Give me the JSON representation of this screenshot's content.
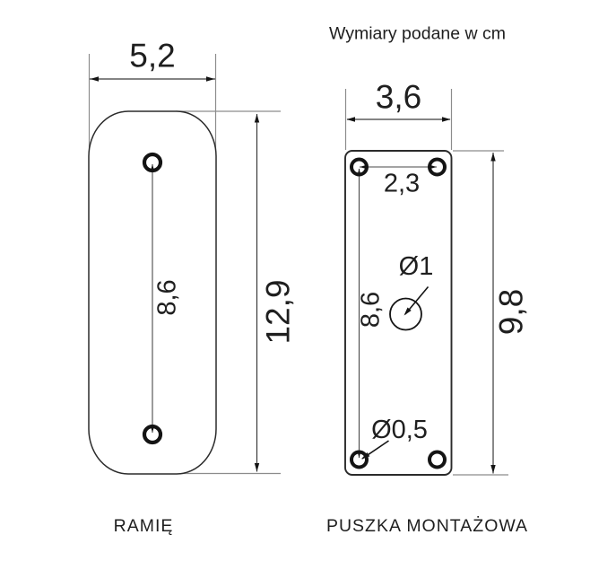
{
  "note": "Wymiary podane w cm",
  "style": {
    "background": "#ffffff",
    "ink": "#1f1f1f",
    "outline_color": "#2b2b2b",
    "extension_line_color": "#8c8c8c"
  },
  "arm": {
    "label": "RAMIĘ",
    "dims": {
      "width": "5,2",
      "height": "12,9",
      "hole_spacing": "8,6"
    }
  },
  "mounting_box": {
    "label": "PUSZKA MONTAŻOWA",
    "dims": {
      "width": "3,6",
      "height": "9,8",
      "top_hole_spacing": "2,3",
      "side_hole_spacing": "8,6",
      "center_hole_diameter": "Ø1",
      "corner_hole_diameter": "Ø0,5"
    }
  }
}
